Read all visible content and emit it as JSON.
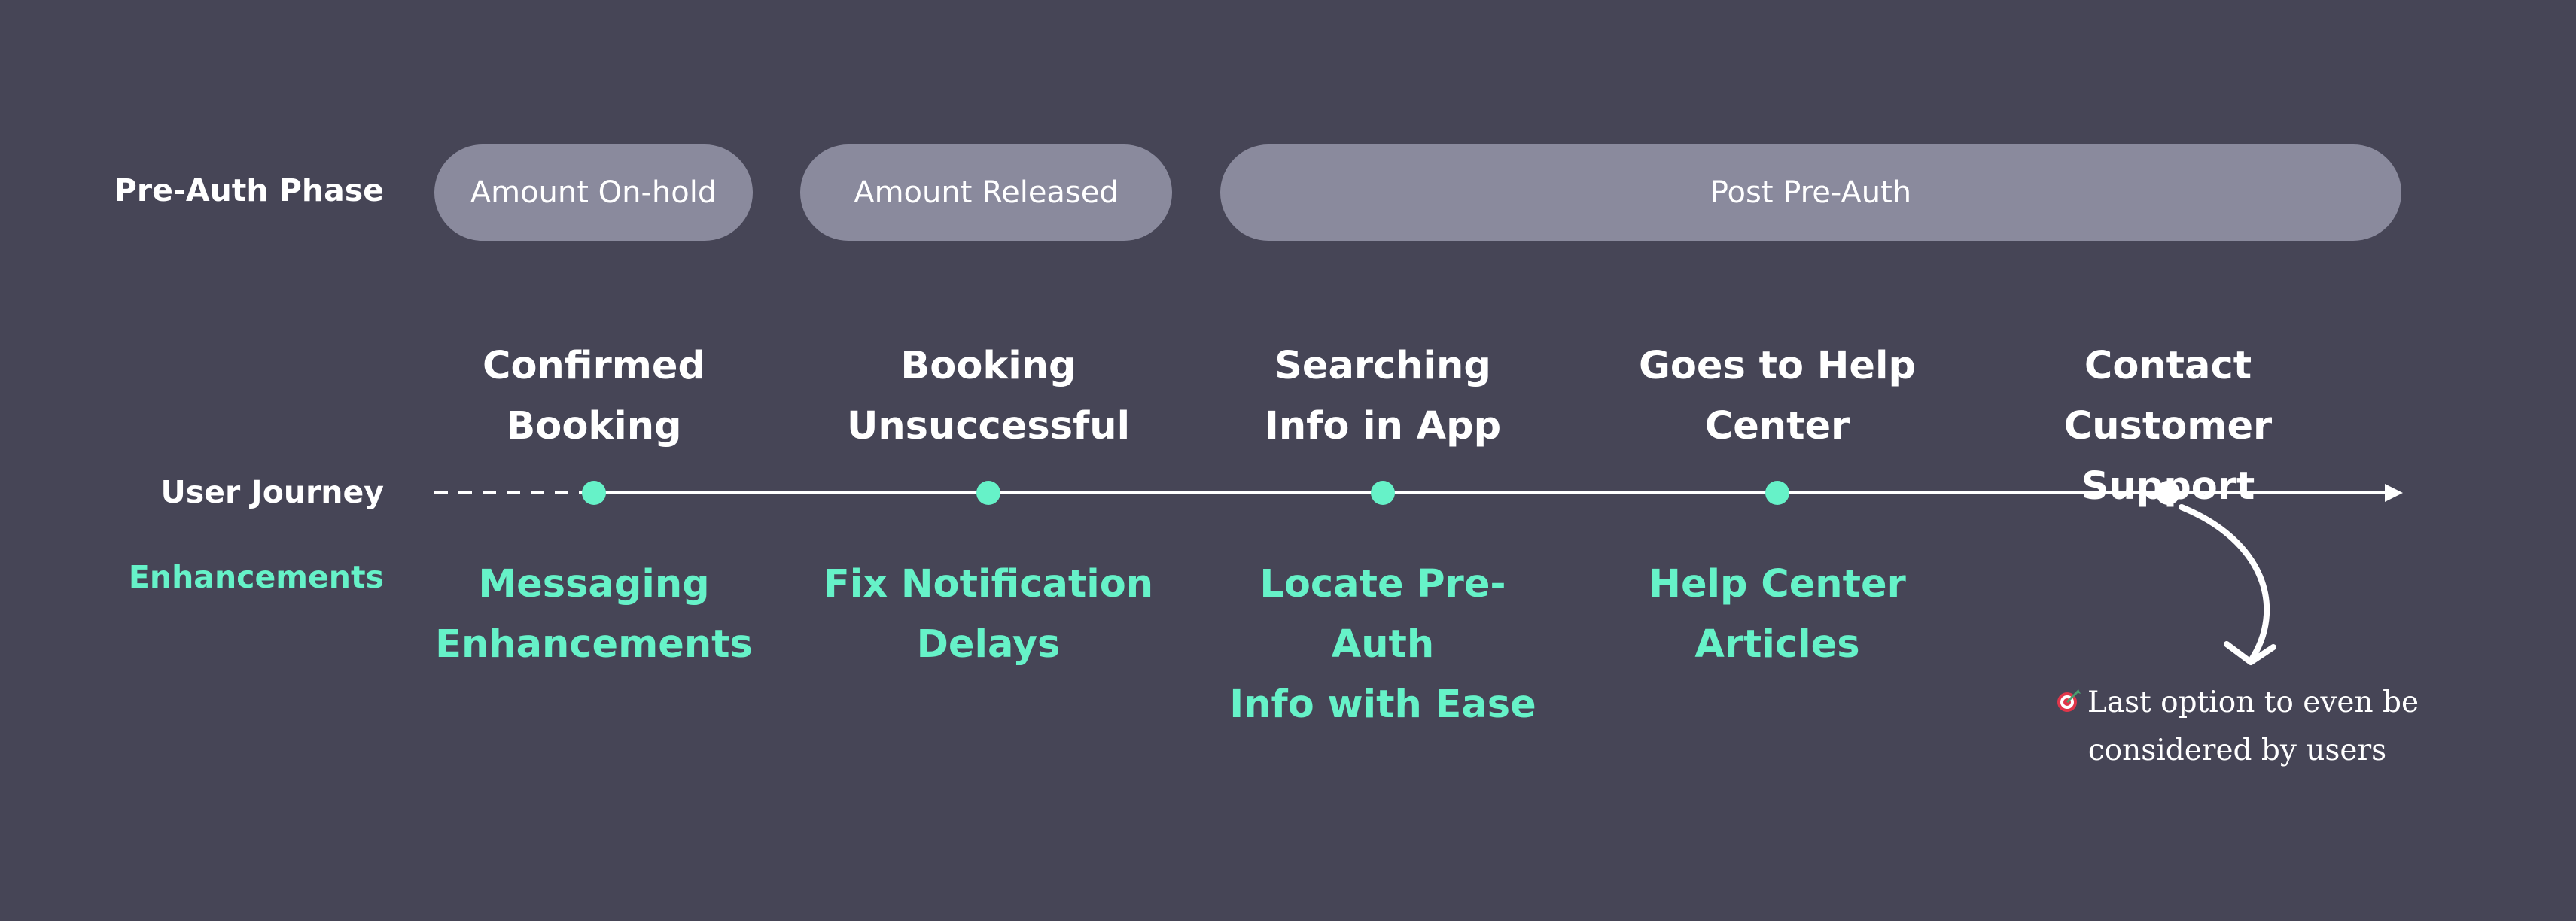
{
  "colors": {
    "background": "#464556",
    "pill": "#8a8a9d",
    "accent": "#66f2c8",
    "text": "#ffffff"
  },
  "rows": {
    "phase_label": "Pre-Auth Phase",
    "journey_label": "User Journey",
    "enhancements_label": "Enhancements"
  },
  "phases": [
    {
      "label": "Amount On-hold"
    },
    {
      "label": "Amount Released"
    },
    {
      "label": "Post Pre-Auth"
    }
  ],
  "steps": [
    {
      "line1": "Confirmed",
      "line2": "Booking",
      "enh1": "Messaging",
      "enh2": "Enhancements"
    },
    {
      "line1": "Booking",
      "line2": "Unsuccessful",
      "enh1": "Fix Notification",
      "enh2": "Delays"
    },
    {
      "line1": "Searching",
      "line2": "Info in App",
      "enh1": "Locate Pre-Auth",
      "enh2": "Info with Ease"
    },
    {
      "line1": "Goes to Help",
      "line2": "Center",
      "enh1": "Help Center",
      "enh2": "Articles"
    },
    {
      "line1": "Contact Customer",
      "line2": "Support",
      "enh1": "",
      "enh2": ""
    }
  ],
  "note": {
    "icon": "target-icon",
    "line1": "Last option to even be",
    "line2": "considered by users"
  }
}
